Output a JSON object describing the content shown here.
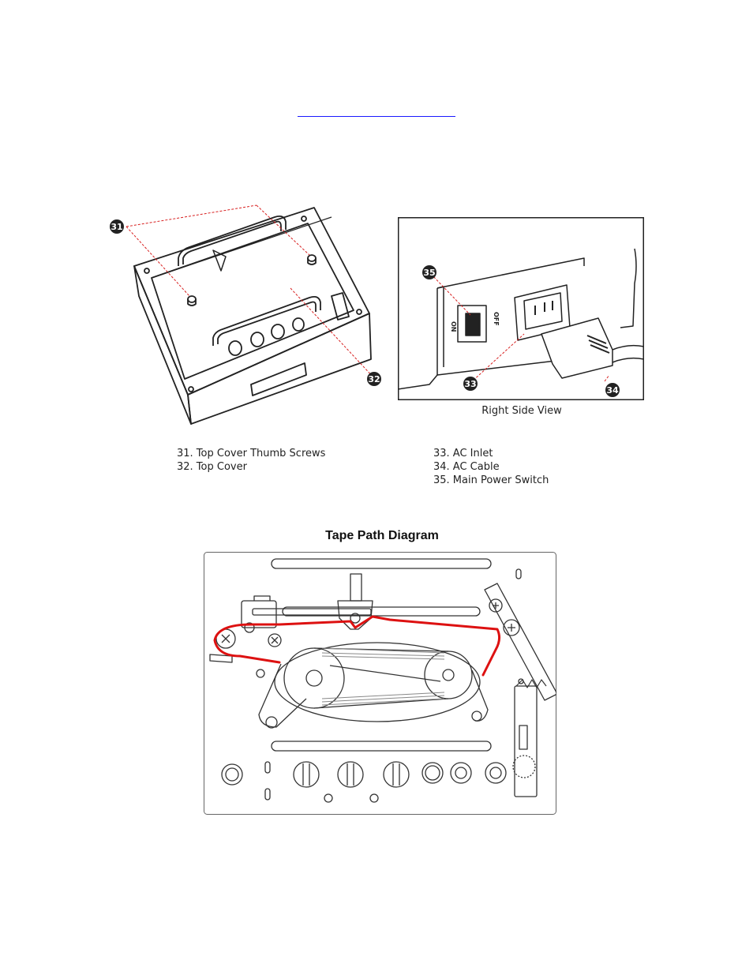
{
  "figure_top": {
    "callouts": {
      "c31": "31",
      "c32": "32",
      "c33": "33",
      "c34": "34",
      "c35": "35"
    },
    "right_side_caption": "Right Side View",
    "switch_on": "ON",
    "switch_off": "OFF",
    "legend_left": [
      "31. Top Cover Thumb Screws",
      "32. Top Cover"
    ],
    "legend_right": [
      "33. AC Inlet",
      "34. AC Cable",
      "35. Main Power Switch"
    ]
  },
  "tape_path": {
    "title": "Tape Path Diagram",
    "tape_color": "#dd1111"
  }
}
